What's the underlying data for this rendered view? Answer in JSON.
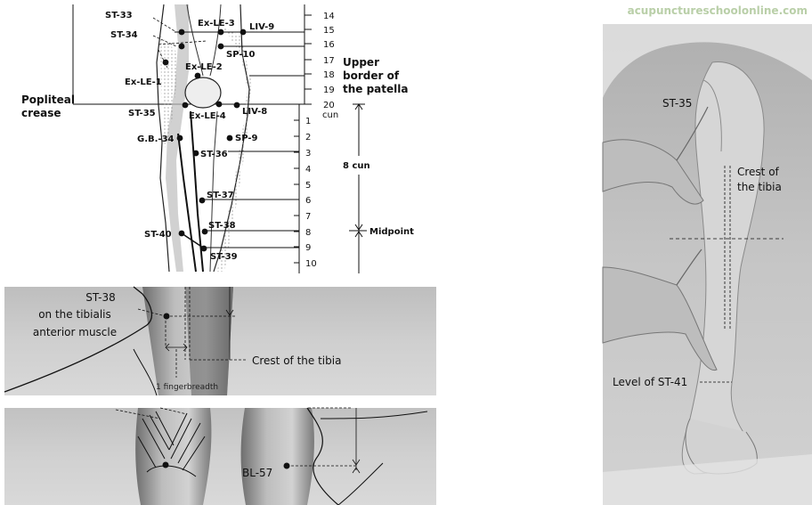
{
  "watermark": "acupunctureschoolonline.com",
  "diagram": {
    "points": [
      "ST-33",
      "ST-34",
      "Ex-LE-3",
      "LIV-9",
      "SP-10",
      "Ex-LE-2",
      "Ex-LE-1",
      "ST-35",
      "Ex-LE-4",
      "LIV-8",
      "G.B.-34",
      "SP-9",
      "ST-36",
      "ST-37",
      "ST-38",
      "ST-40",
      "ST-39"
    ],
    "upper_scale": [
      "14",
      "15",
      "16",
      "17",
      "18",
      "19",
      "20"
    ],
    "lower_scale": [
      "1",
      "2",
      "3",
      "4",
      "5",
      "6",
      "7",
      "8",
      "9",
      "10"
    ],
    "cun_unit": "cun",
    "upper_border_label": [
      "Upper",
      "border of",
      "the patella"
    ],
    "popliteal_label": [
      "Popliteal",
      "crease"
    ],
    "span_label": "8 cun",
    "midpoint_label": "Midpoint"
  },
  "photo_st38": {
    "title_lines": [
      "ST-38",
      "on the tibialis",
      "anterior muscle"
    ],
    "crest_label": "Crest of the tibia",
    "fingerbreadth_label": "1 fingerbreadth"
  },
  "photo_bl57": {
    "label": "BL-57"
  },
  "photo_leg": {
    "st35_label": "ST-35",
    "crest_lines": [
      "Crest of",
      "the tibia"
    ],
    "st41_label": "Level of ST-41"
  }
}
